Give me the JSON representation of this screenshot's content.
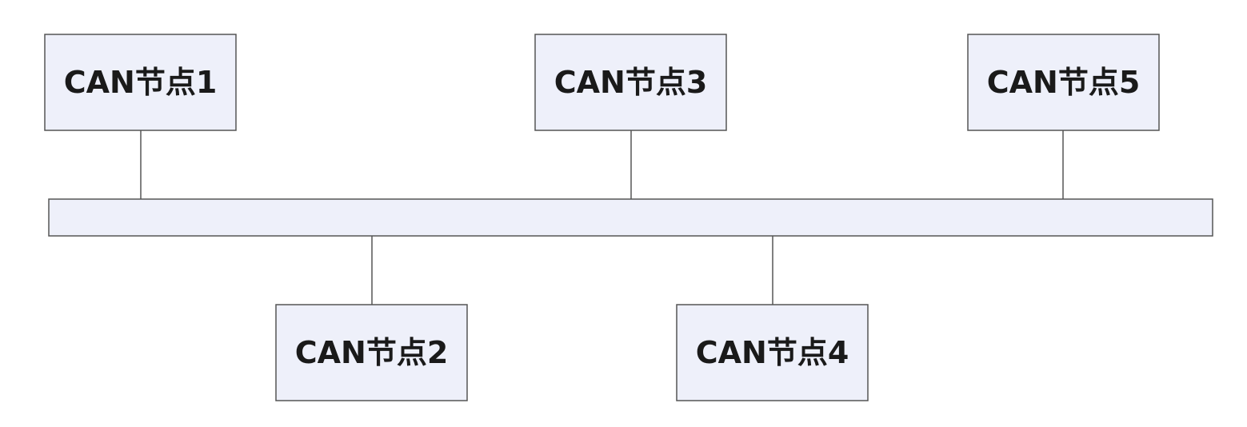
{
  "diagram": {
    "colors": {
      "box_fill": "#eef0fa",
      "box_stroke": "#555555",
      "bus_fill": "#eef0fa",
      "line": "#555555",
      "text": "#1a1a1a"
    },
    "nodes": [
      {
        "label": "CAN节点1",
        "position": "top"
      },
      {
        "label": "CAN节点2",
        "position": "bottom"
      },
      {
        "label": "CAN节点3",
        "position": "top"
      },
      {
        "label": "CAN节点4",
        "position": "bottom"
      },
      {
        "label": "CAN节点5",
        "position": "top"
      }
    ]
  }
}
